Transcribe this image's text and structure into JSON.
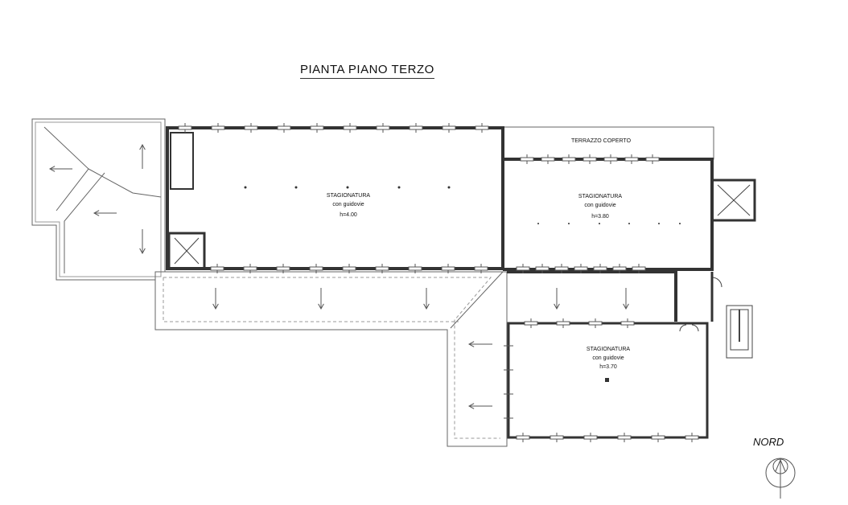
{
  "title": "PIANTA PIANO TERZO",
  "rooms": [
    {
      "name": "STAGIONATURA",
      "sub": "con guidovie",
      "height": "h=4.00"
    },
    {
      "name": "STAGIONATURA",
      "sub": "con guidovie",
      "height": "h=3.80"
    },
    {
      "name": "STAGIONATURA",
      "sub": "con guidovie",
      "height": "h=3.70"
    }
  ],
  "terrace": "TERRAZZO COPERTO",
  "north": "NORD",
  "colors": {
    "wall": "#333333",
    "line": "#555555"
  }
}
